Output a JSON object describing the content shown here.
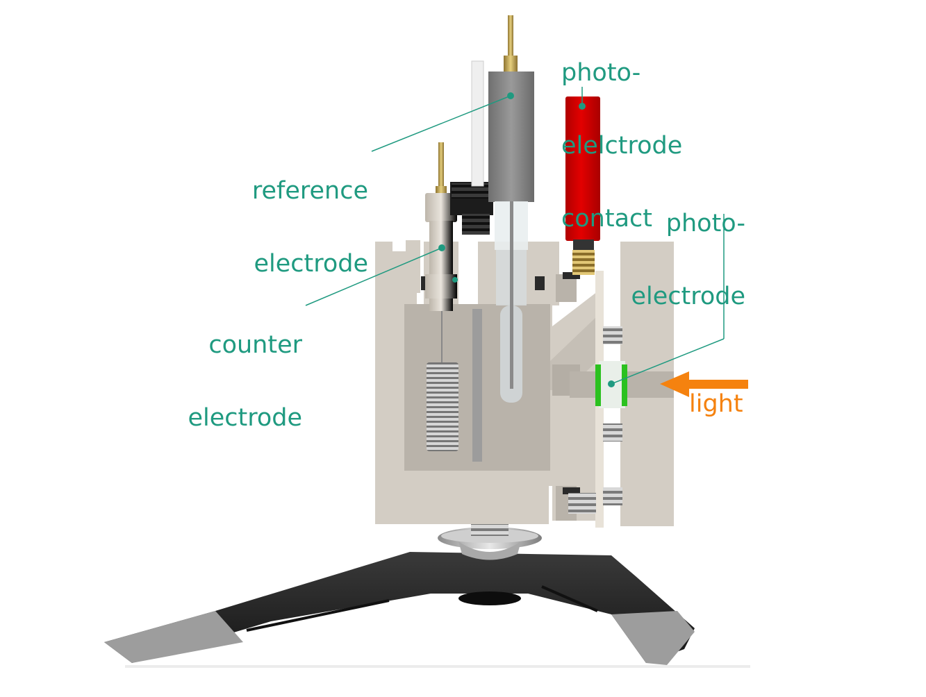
{
  "labels": {
    "photoelectrode_contact": [
      "photo-",
      "elelctrode",
      "contact"
    ],
    "reference_electrode": [
      "reference",
      "electrode"
    ],
    "photoelectrode": [
      "photo-",
      "electrode"
    ],
    "counter_electrode": [
      "counter",
      "electrode"
    ],
    "light": "light"
  },
  "colors": {
    "label": "#1f9a80",
    "light": "#f5820f",
    "body": "#d3cdc4",
    "cavity": "#b9b3aa",
    "contact": "#d40000",
    "stand": "#2a2a2a",
    "feet": "#9d9d9d",
    "ring": "#2bc11f"
  }
}
